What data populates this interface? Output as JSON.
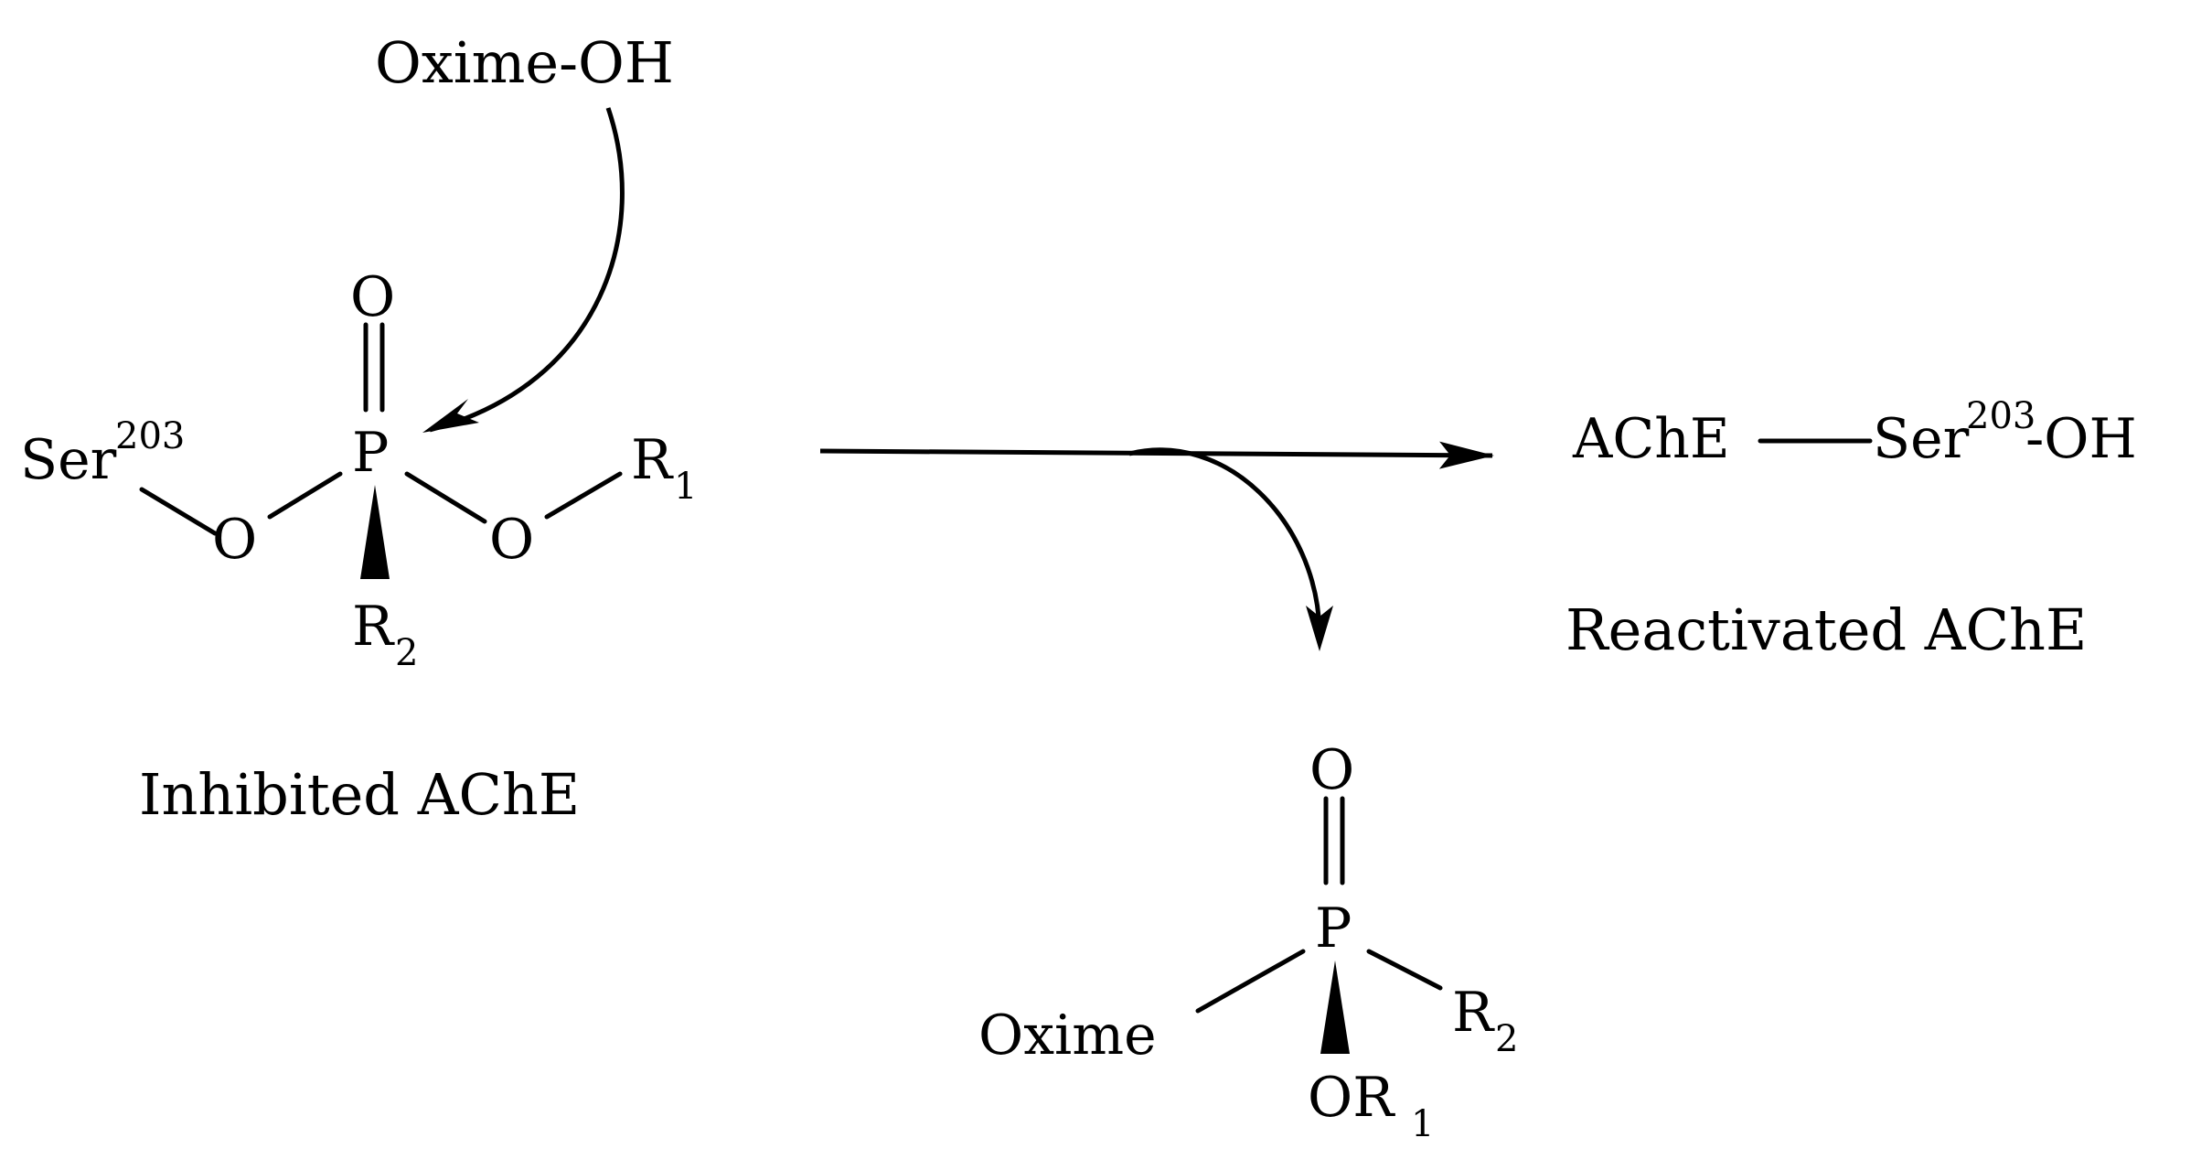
{
  "reagent": {
    "text": "Oxime-OH"
  },
  "inhibited": {
    "ser": "Ser",
    "ser_num": "203",
    "o_carbonyl": "O",
    "p": "P",
    "o_left": "O",
    "o_right": "O",
    "r1": "R",
    "r1_sub": "1",
    "r2": "R",
    "r2_sub": "2",
    "caption": "Inhibited AChE"
  },
  "reactivated": {
    "ache": "AChE",
    "ser": "Ser",
    "ser_num": "203",
    "oh": "-OH",
    "caption": "Reactivated AChE"
  },
  "byproduct": {
    "o_carbonyl": "O",
    "p": "P",
    "oxime": "Oxime",
    "r2": "R",
    "r2_sub": "2",
    "or1": "OR",
    "or1_sub": "1"
  }
}
